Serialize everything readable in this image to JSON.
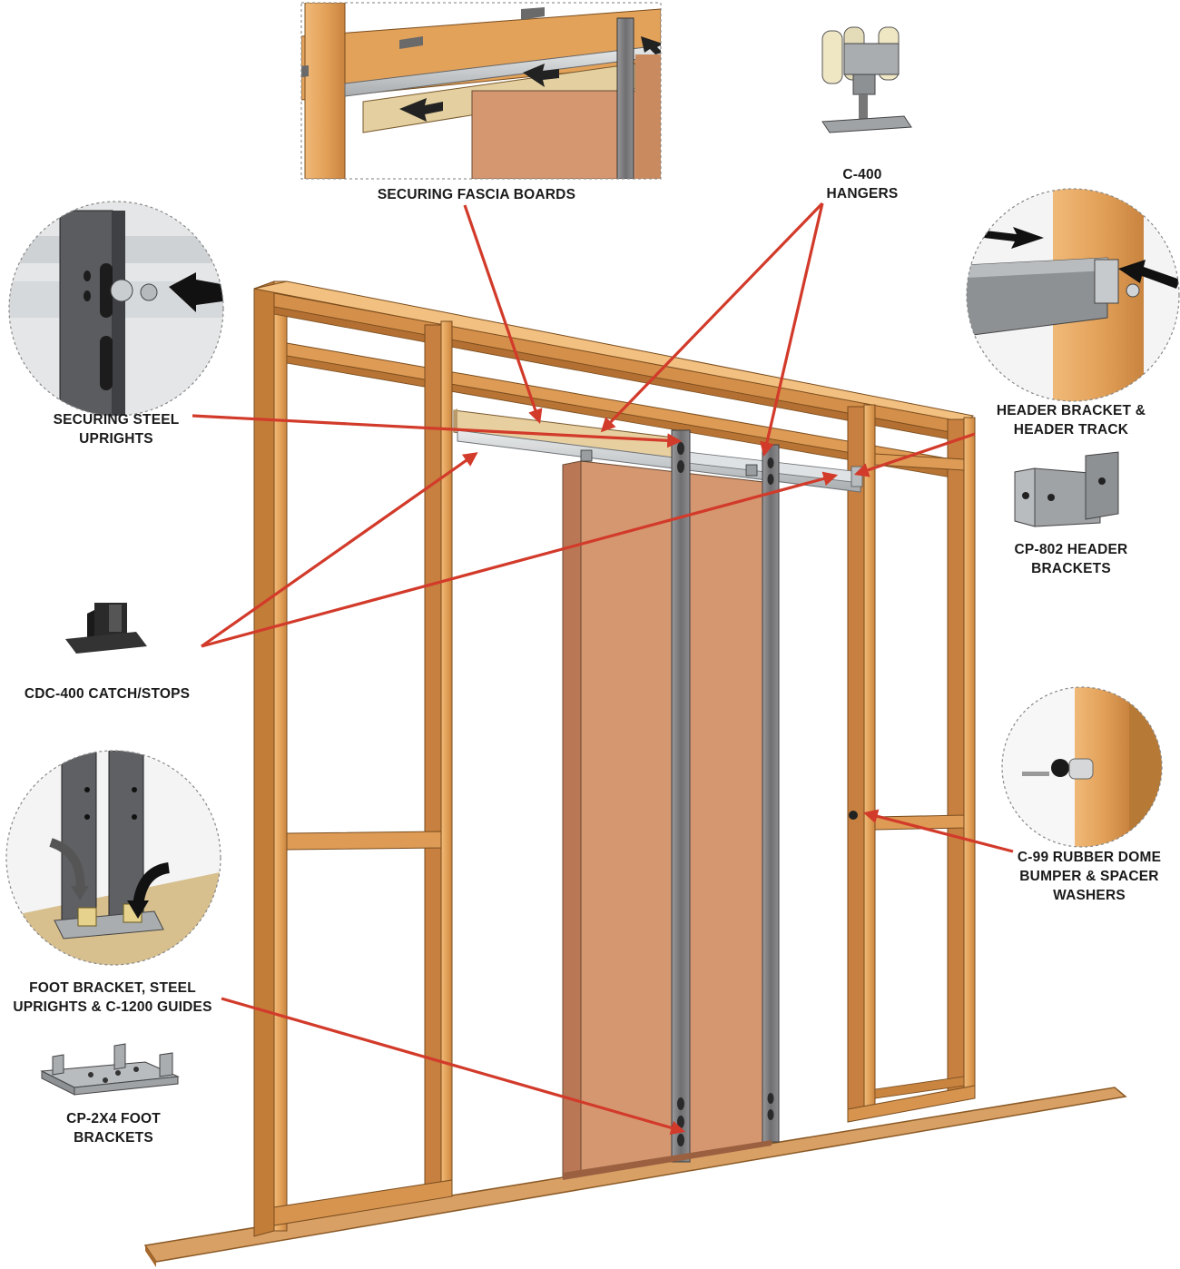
{
  "labels": {
    "fascia": [
      "SECURING FASCIA BOARDS"
    ],
    "hangers": [
      "C-400",
      "HANGERS"
    ],
    "steel_uprights": [
      "SECURING STEEL",
      "UPRIGHTS"
    ],
    "header_bracket_track": [
      "HEADER BRACKET &",
      "HEADER TRACK"
    ],
    "cp802": [
      "CP-802 HEADER",
      "BRACKETS"
    ],
    "cdc400": [
      "CDC-400 CATCH/STOPS"
    ],
    "c99": [
      "C-99 RUBBER DOME",
      "BUMPER & SPACER",
      "WASHERS"
    ],
    "foot_bracket": [
      "FOOT BRACKET, STEEL",
      "UPRIGHTS & C-1200 GUIDES"
    ],
    "cp2x4": [
      "CP-2X4 FOOT",
      "BRACKETS"
    ]
  },
  "colors": {
    "wood_light": "#e6a760",
    "wood_mid": "#cf8a45",
    "wood_dark": "#a8682c",
    "door": "#d59770",
    "steel": "#8a8a8c",
    "track": "#cfd2d4",
    "arrow_red": "#d23a2a",
    "arrow_black": "#111111"
  }
}
